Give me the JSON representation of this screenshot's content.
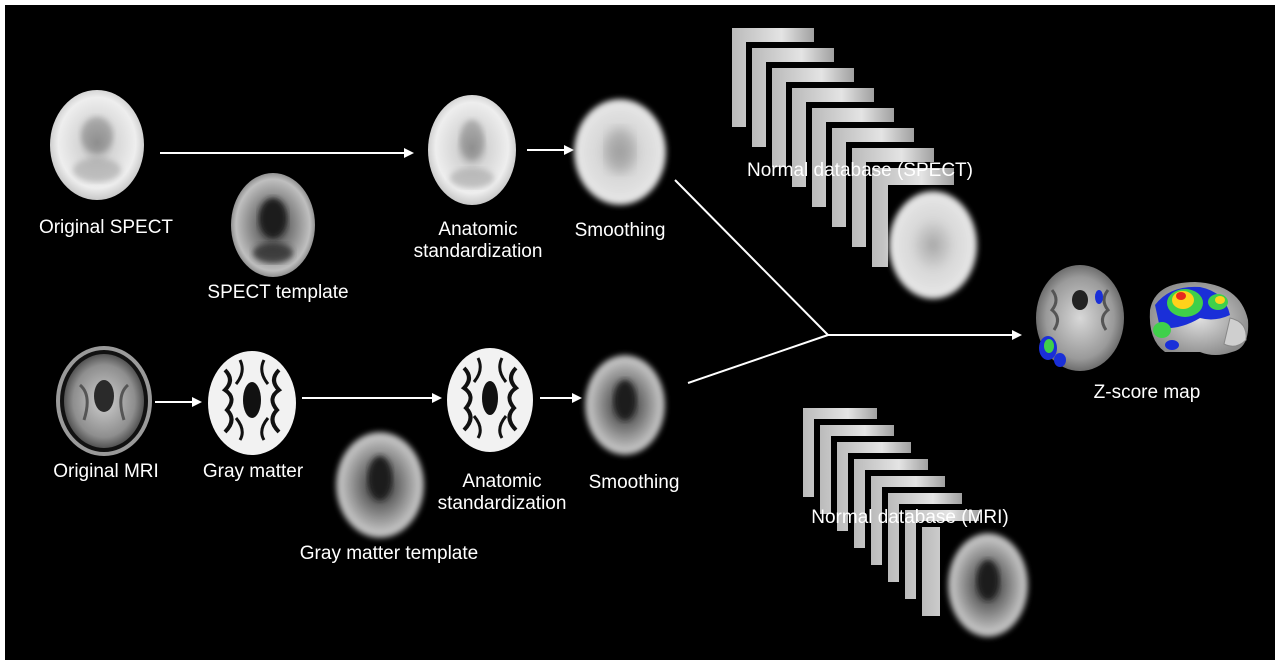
{
  "labels": {
    "original_spect": "Original SPECT",
    "spect_template": "SPECT template",
    "anatomic_std_spect_1": "Anatomic",
    "anatomic_std_spect_2": "standardization",
    "smoothing_spect": "Smoothing",
    "normal_db_spect": "Normal database (SPECT)",
    "original_mri": "Original MRI",
    "gray_matter": "Gray matter",
    "gray_matter_template": "Gray matter template",
    "anatomic_std_mri_1": "Anatomic",
    "anatomic_std_mri_2": "standardization",
    "smoothing_mri": "Smoothing",
    "normal_db_mri": "Normal database (MRI)",
    "zscore_map": "Z-score map"
  },
  "colors": {
    "background": "#000000",
    "frame": "#ffffff",
    "arrow": "#ffffff",
    "zscore_low": "#1a2fd8",
    "zscore_mid": "#3fd04a",
    "zscore_high": "#ffd21a",
    "zscore_peak": "#e8281e"
  }
}
